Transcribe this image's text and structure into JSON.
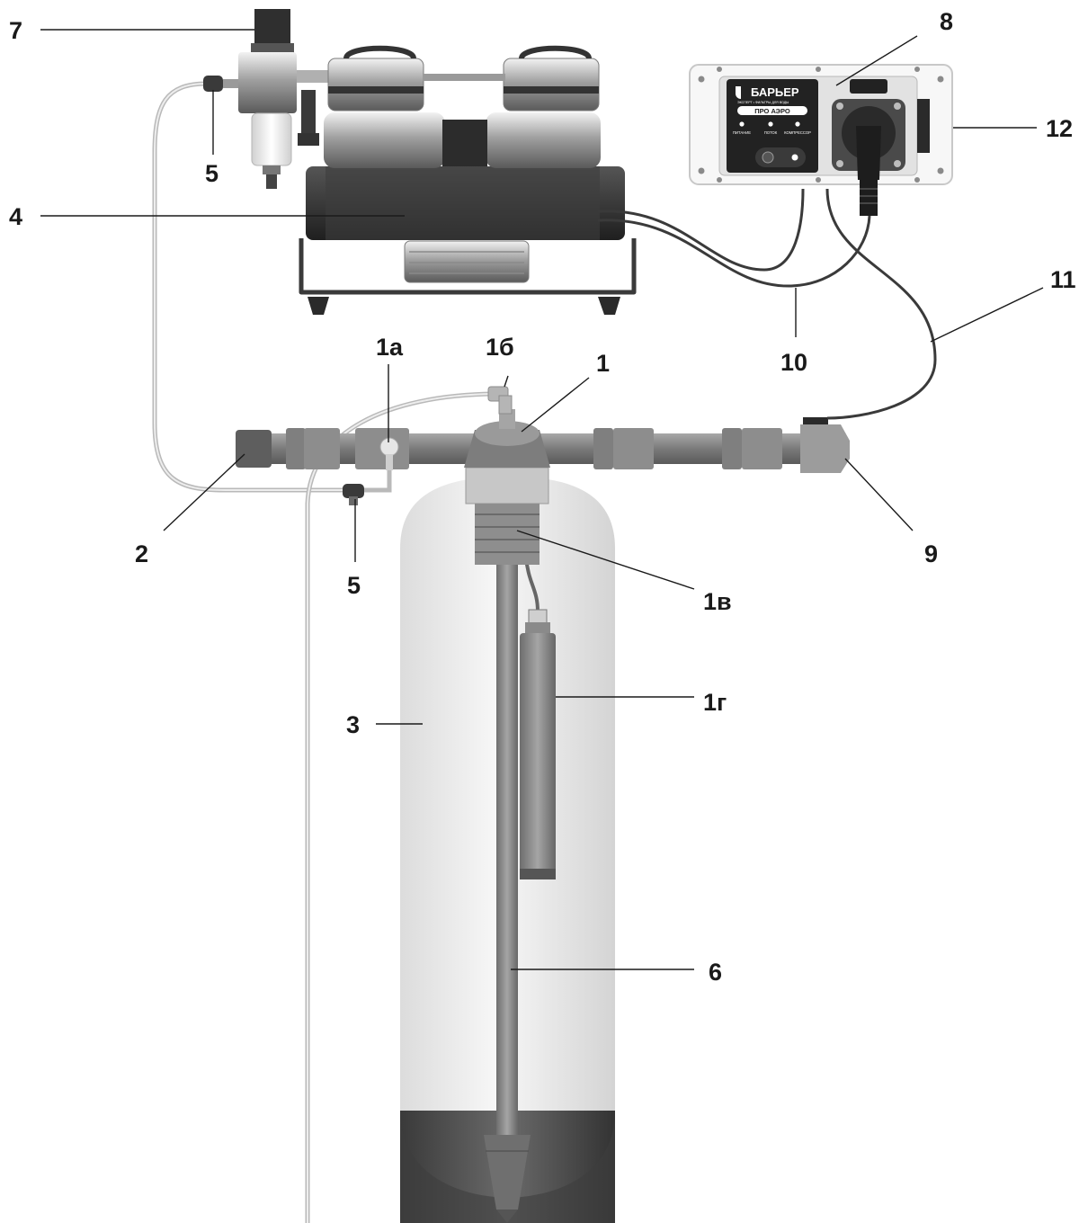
{
  "labels": {
    "l1": "1",
    "l1a": "1а",
    "l1b": "1б",
    "l1v": "1в",
    "l1g": "1г",
    "l2": "2",
    "l3": "3",
    "l4": "4",
    "l5_top": "5",
    "l5_bottom": "5",
    "l6": "6",
    "l7": "7",
    "l8": "8",
    "l9": "9",
    "l10": "10",
    "l11": "11",
    "l12": "12"
  },
  "control_panel": {
    "brand": "БАРЬЕР",
    "tagline": "ЭКСПЕРТ • ФИЛЬТРЫ ДЛЯ ВОДЫ",
    "model": "ПРО АЭРО",
    "indicators": [
      "ПИТАНИЕ",
      "ПОТОК",
      "КОМПРЕССОР"
    ]
  },
  "colors": {
    "tank": "#ebebeb",
    "tank_base": "#555555",
    "pipe": "#8a8a8a",
    "compressor": "#3a3a3a",
    "panel": "#222222",
    "leader": "#1a1a1a"
  }
}
